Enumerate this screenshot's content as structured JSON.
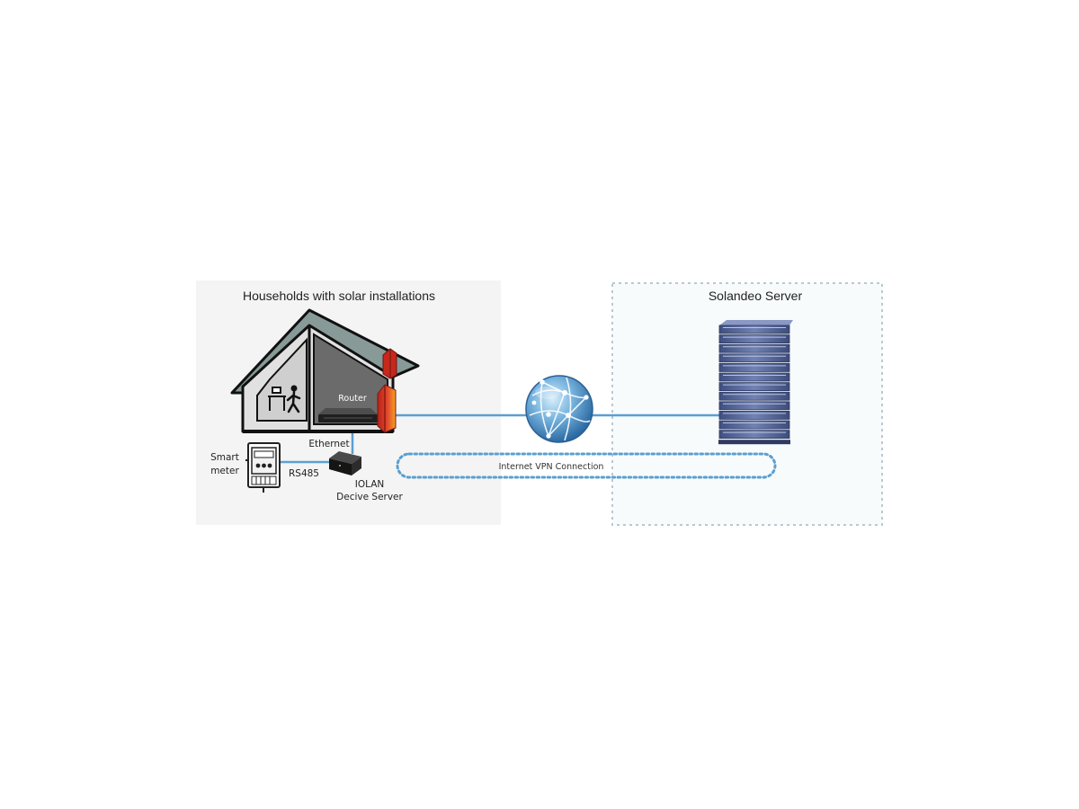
{
  "households": {
    "title": "Households with solar installations",
    "router_label": "Router",
    "ethernet_label": "Ethernet",
    "smart_meter_label_1": "Smart",
    "smart_meter_label_2": "meter",
    "rs485_label": "RS485",
    "iolan_label_1": "IOLAN",
    "iolan_label_2": "Decive Server"
  },
  "server": {
    "title": "Solandeo Server"
  },
  "vpn": {
    "label": "Internet VPN Connection"
  },
  "colors": {
    "link_blue": "#5b9fd1",
    "households_panel_bg": "#f4f4f4",
    "server_panel_border": "#b9c9d3",
    "roof": "#879a98",
    "solar_panel": "#d8321e",
    "server_rack": "#5d6f9e"
  }
}
